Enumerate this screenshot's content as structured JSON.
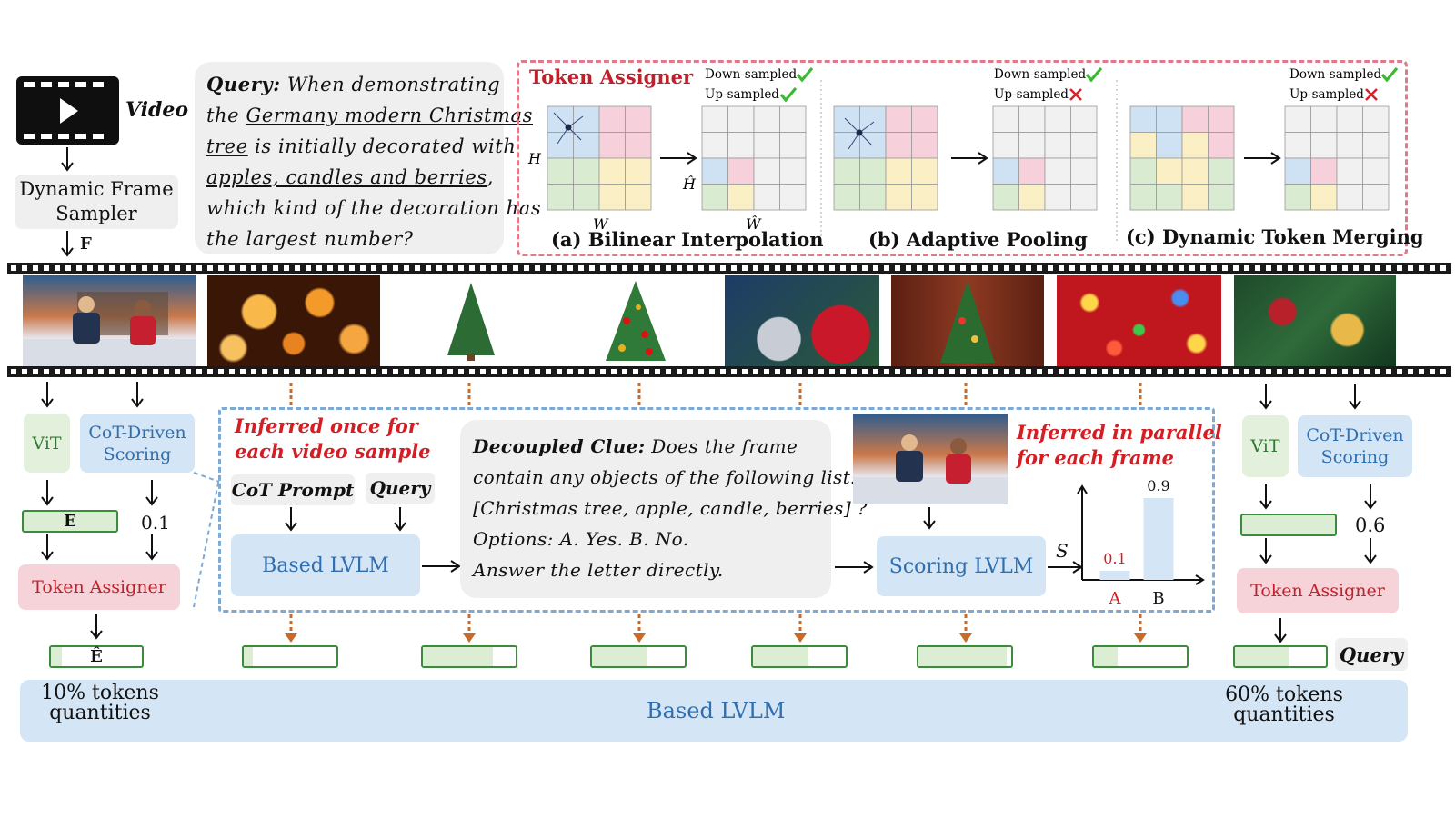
{
  "video": {
    "label": "Video"
  },
  "sampler": {
    "line1": "Dynamic Frame",
    "line2": "Sampler",
    "f_label": "F"
  },
  "query_box": {
    "query_label": "Query:",
    "l1_rest": " When demonstrating",
    "l2_pre": "the ",
    "l2_u": "Germany modern Christmas",
    "l3_u": "tree",
    "l3_rest": " is initially decorated with",
    "l4_u": "apples, candles and berries",
    "l4_rest": ",",
    "l5": "which kind of the decoration has",
    "l6": "the largest number?"
  },
  "token_assigner_panel": {
    "title": "Token Assigner",
    "down": "Down-sampled",
    "up": "Up-sampled",
    "h": "H",
    "w": "W",
    "h_hat": "Ĥ",
    "w_hat": "Ŵ",
    "caption_a": "(a) Bilinear Interpolation",
    "caption_b": "(b) Adaptive Pooling",
    "caption_c": "(c) Dynamic Token Merging"
  },
  "left_col": {
    "vit": "ViT",
    "cot1": "CoT-Driven",
    "cot2": "Scoring",
    "e": "E",
    "score": "0.1",
    "assigner": "Token Assigner",
    "e_hat": "Ê",
    "tokens1": "10% tokens",
    "tokens2": "quantities"
  },
  "right_col": {
    "vit": "ViT",
    "cot1": "CoT-Driven",
    "cot2": "Scoring",
    "score": "0.6",
    "assigner": "Token Assigner",
    "query": "Query",
    "tokens1": "60% tokens",
    "tokens2": "quantities"
  },
  "detail": {
    "once1": "Inferred once for",
    "once2": "each video sample",
    "cot_prompt": "CoT Prompt",
    "query": "Query",
    "based_lvlm": "Based LVLM",
    "clue_label": "Decoupled Clue:",
    "clue_l1": " Does the frame",
    "clue_l2": "contain any objects of the following list:",
    "clue_l3": "[Christmas tree, apple, candle, berries] ?",
    "clue_l4": "Options: A. Yes. B. No.",
    "clue_l5": "Answer the letter directly.",
    "parallel1": "Inferred in parallel",
    "parallel2": "for each frame",
    "scoring_lvlm": "Scoring LVLM",
    "s_label": "S"
  },
  "bottom": {
    "based_lvlm": "Based LVLM"
  },
  "token_bars": [
    0.15,
    0.1,
    0.75,
    0.6,
    0.6,
    0.95,
    0.25,
    0.6
  ],
  "chart_data": {
    "type": "bar",
    "categories": [
      "A",
      "B"
    ],
    "values": [
      0.1,
      0.9
    ],
    "ylabel": "S",
    "ylim": [
      0,
      1
    ],
    "data_labels": [
      "0.1",
      "0.9"
    ],
    "bar_color": "#d4e5f5"
  },
  "colors": {
    "green_cell": "#d9ebd0",
    "blue_cell": "#cfe2f4",
    "pink_cell": "#f6d0da",
    "yellow_cell": "#fbf0c5",
    "empty_cell": "#f1f1f1",
    "check": "#3cb832",
    "cross": "#d8232a"
  }
}
